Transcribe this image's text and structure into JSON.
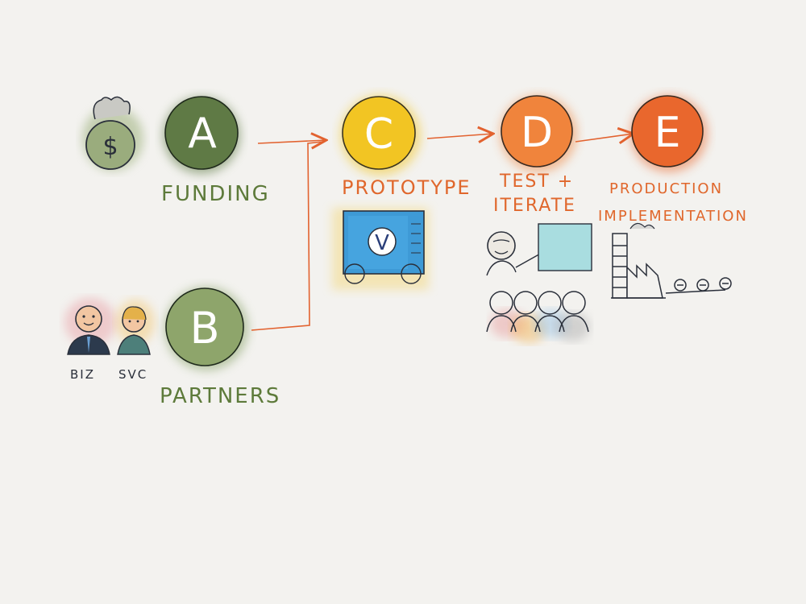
{
  "colors": {
    "background": "#f3f2ef",
    "funding": "#5f7a45",
    "partners": "#7d9a5a",
    "prototype": "#f2c523",
    "test": "#f0843c",
    "production": "#e9672d",
    "arrow": "#e2622f",
    "label_green": "#5d7a3a",
    "label_orange": "#e0672c",
    "ink": "#2a2f3a"
  },
  "nodes": {
    "a": {
      "letter": "A",
      "label": "FUNDING"
    },
    "b": {
      "letter": "B",
      "label": "PARTNERS"
    },
    "c": {
      "letter": "C",
      "label": "PROTOTYPE"
    },
    "d": {
      "letter": "D",
      "label_line1": "TEST +",
      "label_line2": "ITERATE"
    },
    "e": {
      "letter": "E",
      "label_line1": "PRODUCTION",
      "label_line2": "IMPLEMENTATION"
    }
  },
  "money_bag": {
    "symbol": "$"
  },
  "partner_people": {
    "left_label": "BIZ",
    "right_label": "SVC"
  },
  "prototype_screen": {
    "symbol": "V"
  },
  "icons": {
    "money": "money-bag-icon",
    "people": "business-person-icon",
    "screen": "prototype-screen-icon",
    "presenter": "presenter-icon",
    "audience": "audience-icon",
    "factory": "factory-icon"
  }
}
